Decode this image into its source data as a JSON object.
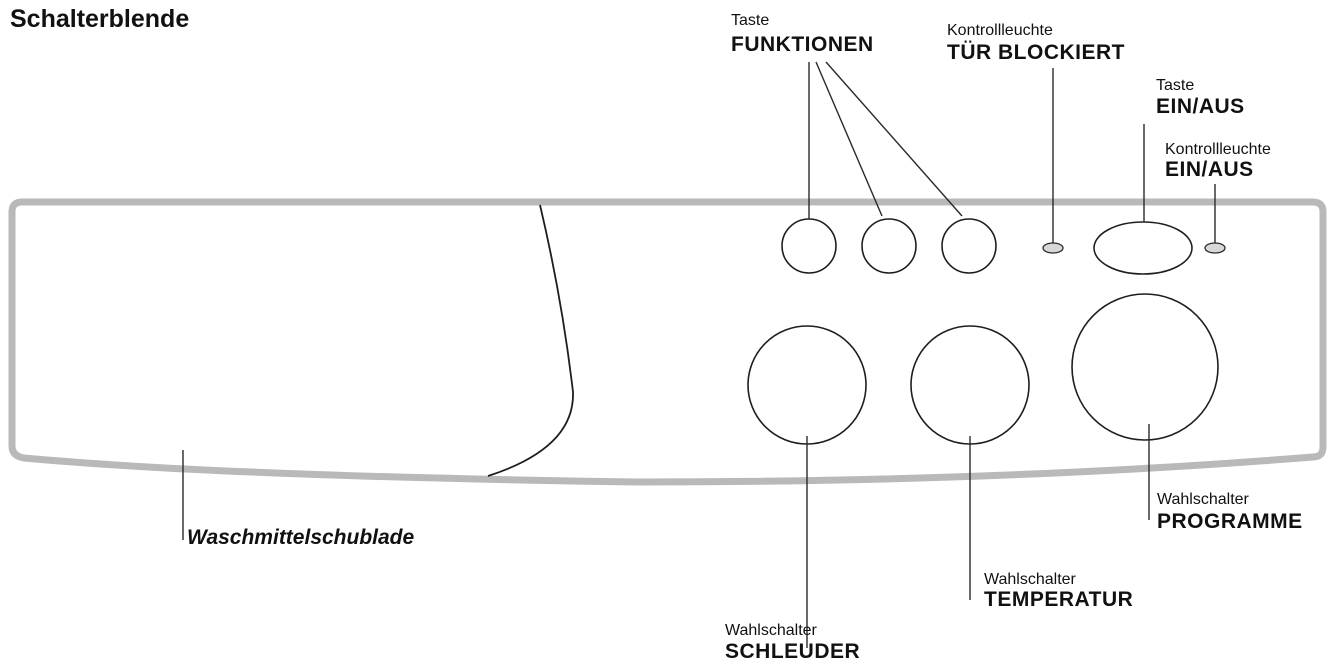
{
  "title": "Schalterblende",
  "labels": {
    "funktionen": {
      "small": "Taste",
      "bold": "FUNKTIONEN"
    },
    "tuer_blockiert": {
      "small": "Kontrollleuchte",
      "bold": "TÜR BLOCKIERT"
    },
    "ein_aus_taste": {
      "small": "Taste",
      "bold": "EIN/AUS"
    },
    "ein_aus_leuchte": {
      "small": "Kontrollleuchte",
      "bold": "EIN/AUS"
    },
    "waschmittelschublade": {
      "bold": "Waschmittelschublade"
    },
    "programme": {
      "small": "Wahlschalter",
      "bold": "PROGRAMME"
    },
    "temperatur": {
      "small": "Wahlschalter",
      "bold": "TEMPERATUR"
    },
    "schleuder": {
      "small": "Wahlschalter",
      "bold": "SCHLEUDER"
    }
  },
  "colors": {
    "panel_outline": "#b9b9b9",
    "line": "#1e1e1e",
    "indicator_fill": "#d8d8d8"
  }
}
